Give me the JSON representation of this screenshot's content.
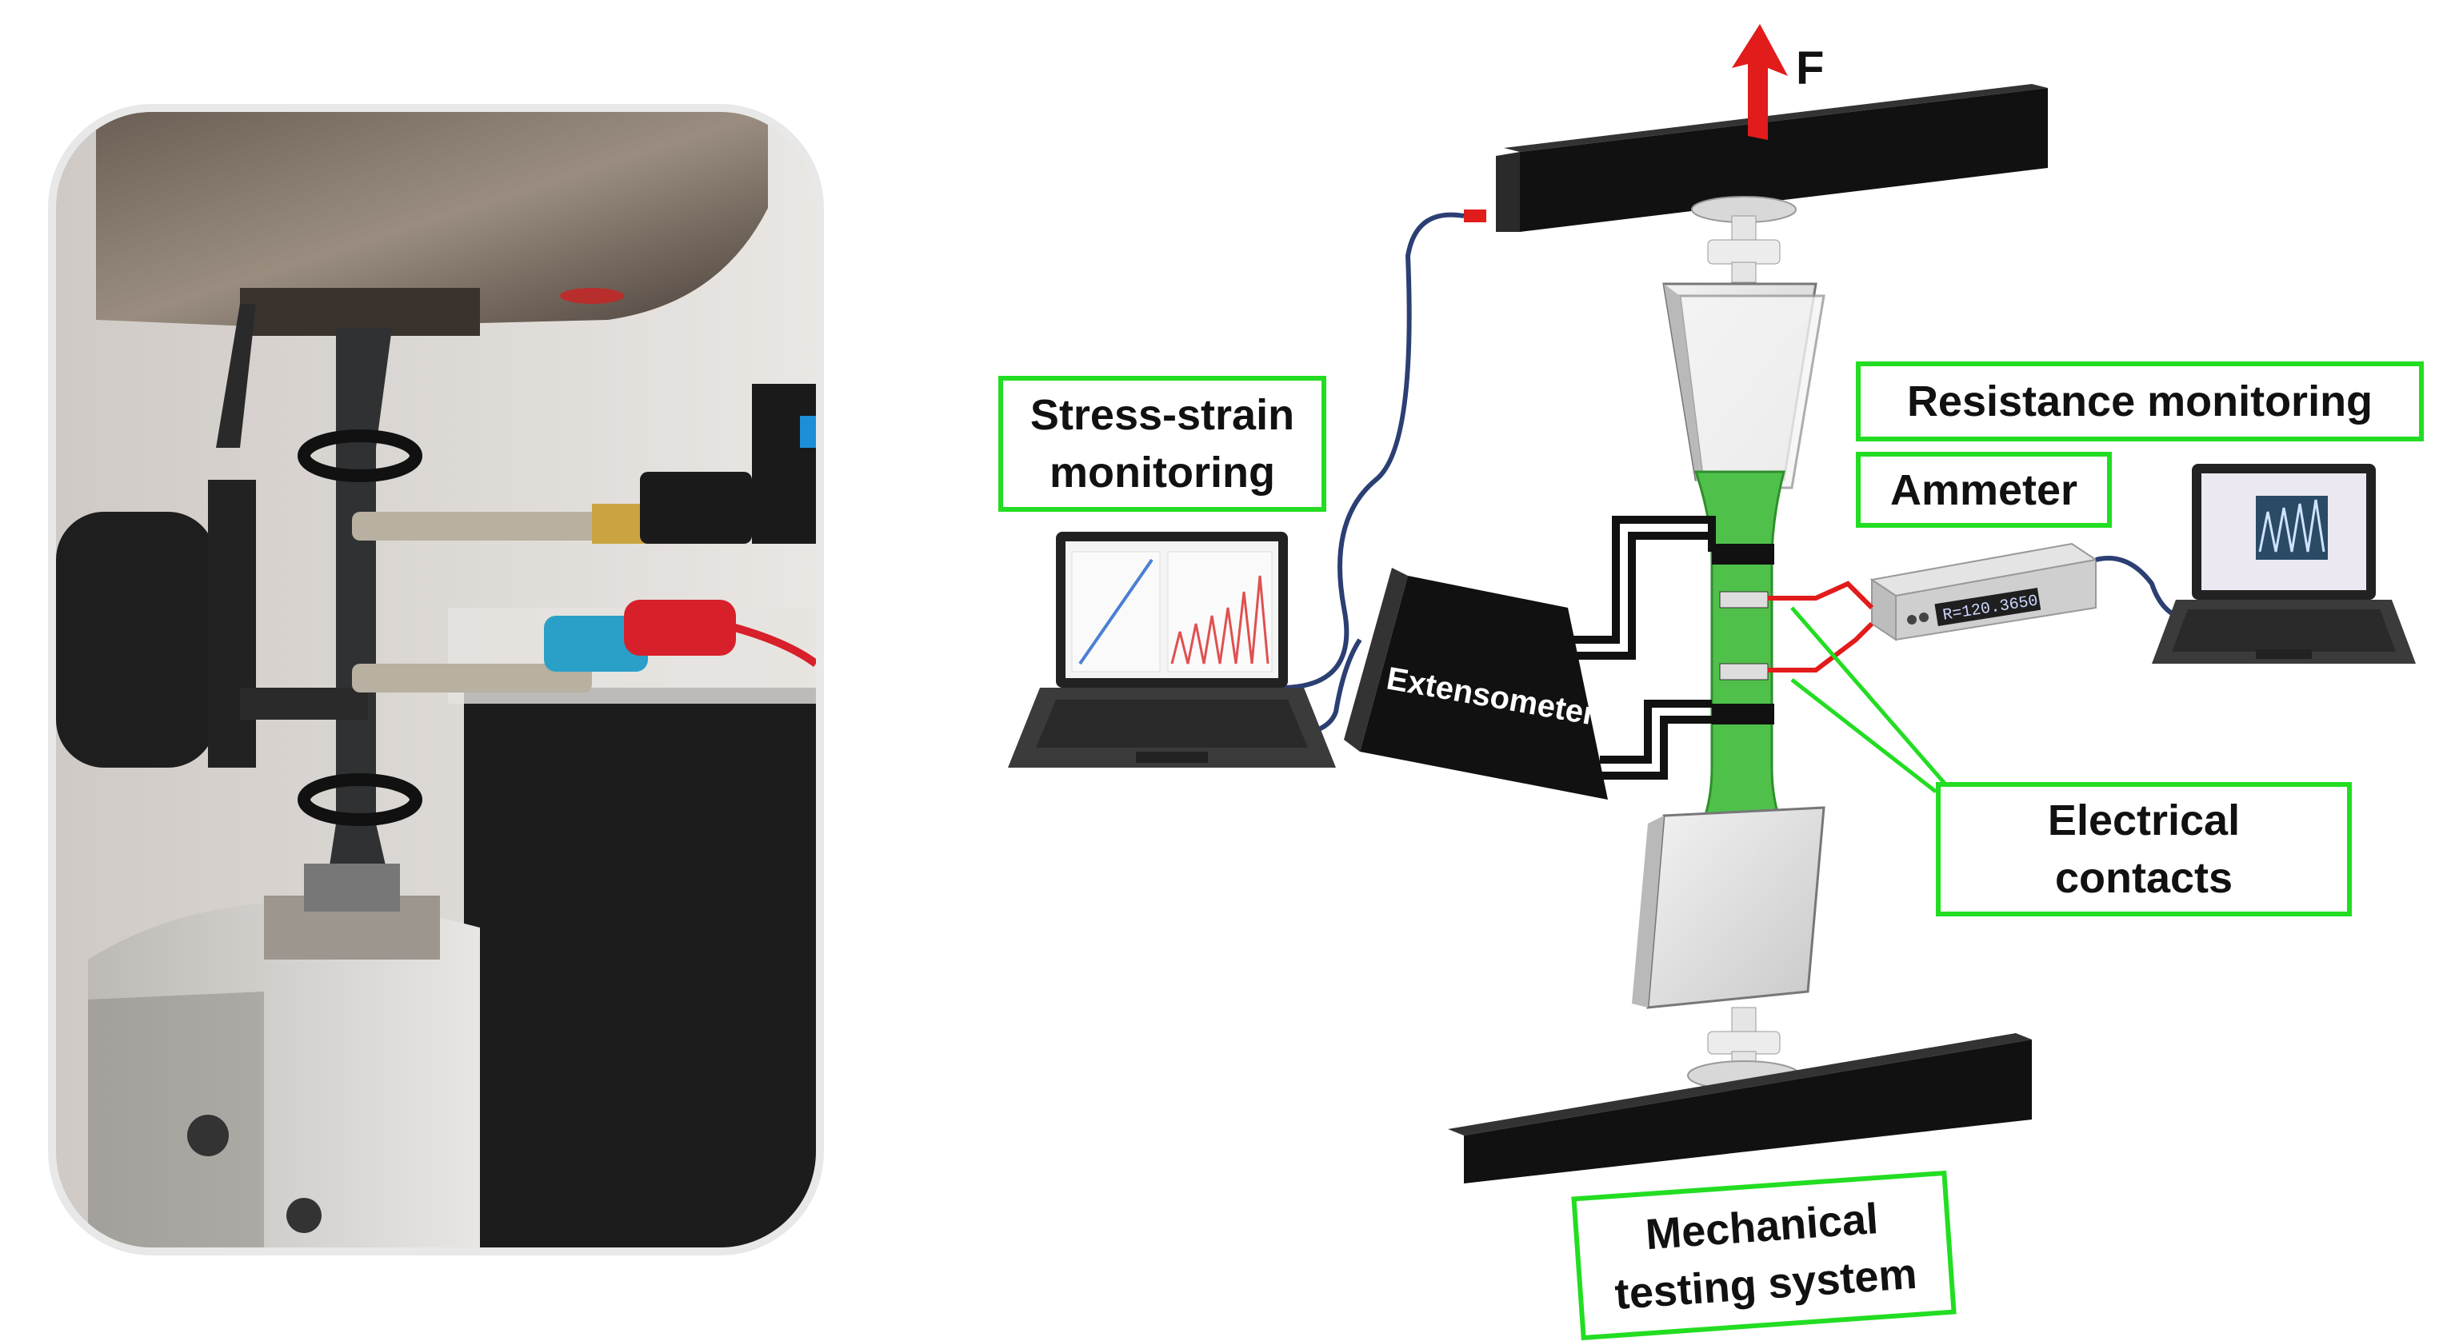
{
  "labels": {
    "stress_strain": "Stress-strain\nmonitoring",
    "resistance": "Resistance monitoring",
    "ammeter": "Ammeter",
    "electrical_contacts": "Electrical\ncontacts",
    "mechanical": "Mechanical\ntesting system",
    "extensometer": "Extensometer",
    "force": "F",
    "ammeter_display": "R=120.3650"
  },
  "colors": {
    "label_border": "#22dd22",
    "specimen": "#4fc14a",
    "force_arrow": "#e02020",
    "wire_red": "#e21b1b",
    "wire_blue": "#2b3f73",
    "clamp_black": "#111111"
  },
  "photo": {
    "description_icon": "tensile-test-photo"
  }
}
